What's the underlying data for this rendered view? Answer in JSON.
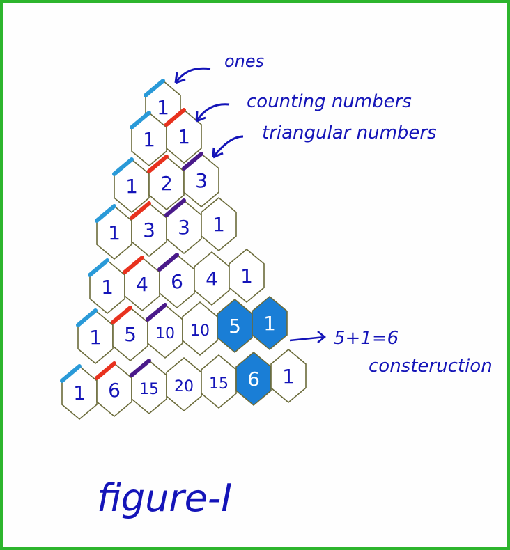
{
  "rows": [
    [
      "1"
    ],
    [
      "1",
      "1"
    ],
    [
      "1",
      "2",
      "3"
    ],
    [
      "1",
      "3",
      "3",
      "1"
    ],
    [
      "1",
      "4",
      "6",
      "4",
      "1"
    ],
    [
      "1",
      "5",
      "10",
      "10",
      "5",
      "1"
    ],
    [
      "1",
      "6",
      "15",
      "20",
      "15",
      "6",
      "1"
    ]
  ],
  "highlighted_cells": [
    [
      5,
      4
    ],
    [
      5,
      5
    ],
    [
      6,
      5
    ]
  ],
  "annotations": {
    "ones": "ones",
    "counting": "counting numbers",
    "triangular": "triangular numbers",
    "sum": "5+1=6",
    "construction": "consteruction"
  },
  "caption": "figure-I",
  "colors": {
    "ink": "#1414b8",
    "ones_edge": "#2a9ad8",
    "counting_edge": "#e8321e",
    "triangular_edge": "#4a1a8a",
    "highlight": "#1a7ed6",
    "hex_outline": "#6b6b3a",
    "border": "#2db52d"
  }
}
